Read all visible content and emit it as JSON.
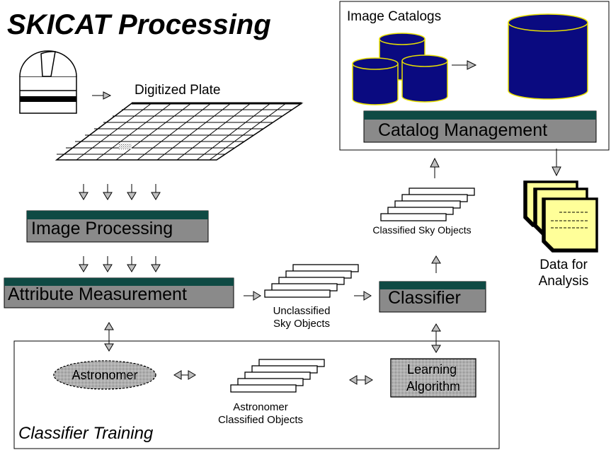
{
  "title": "SKICAT Processing",
  "labels": {
    "digitized_plate": "Digitized Plate",
    "image_catalogs": "Image Catalogs",
    "catalog_management": "Catalog Management",
    "image_processing": "Image Processing",
    "attribute_measurement": "Attribute Measurement",
    "unclassified_line1": "Unclassified",
    "unclassified_line2": "Sky Objects",
    "classifier": "Classifier",
    "classified_sky_objects": "Classified Sky Objects",
    "data_for_line1": "Data for",
    "data_for_line2": "Analysis",
    "astronomer": "Astronomer",
    "astronomer_classified_line1": "Astronomer",
    "astronomer_classified_line2": "Classified Objects",
    "learning_line1": "Learning",
    "learning_line2": "Algorithm",
    "classifier_training": "Classifier Training"
  },
  "colors": {
    "process_box_top": "#0f4a44",
    "process_box_body": "#8a8a8a",
    "database_fill": "#0a0a80",
    "database_stroke": "#e8e000",
    "report_fill": "#ffff99",
    "arrow_gray": "#c0c0c0"
  }
}
